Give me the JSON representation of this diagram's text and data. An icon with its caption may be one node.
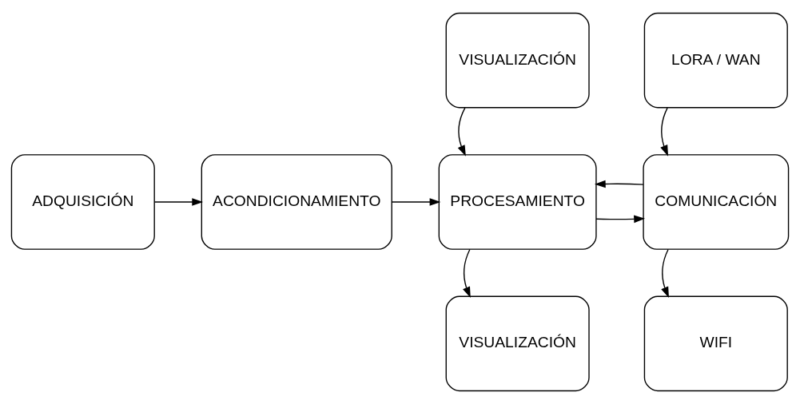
{
  "diagram": {
    "nodes": [
      {
        "text": [
          "VISUALIZACIÓN"
        ]
      },
      {
        "text": [
          "WIFI"
        ]
      },
      {
        "text": [
          "ADQUISICIÓN"
        ]
      },
      {
        "text": [
          "ACONDICIONAMIENTO"
        ]
      },
      {
        "text": [
          "PROCESAMIENTO"
        ]
      },
      {
        "text": [
          "COMUNICACIÓN"
        ]
      },
      {
        "text": [
          "VISUALIZACIÓN"
        ]
      },
      {
        "text": [
          "LORA / WAN"
        ]
      }
    ],
    "edges": [
      {
        "from": 2,
        "to": 3,
        "arrow": "to"
      },
      {
        "from": 3,
        "to": 4,
        "arrow": "to"
      },
      {
        "from": 0,
        "to": 4,
        "arrow": "to"
      },
      {
        "from": 4,
        "to": 5,
        "arrow": "to"
      },
      {
        "from": 5,
        "to": 4,
        "arrow": "to"
      },
      {
        "from": 5,
        "to": 1,
        "arrow": "to"
      },
      {
        "from": 4,
        "to": 6,
        "arrow": "to"
      },
      {
        "from": 7,
        "to": 5,
        "arrow": "to"
      }
    ]
  }
}
